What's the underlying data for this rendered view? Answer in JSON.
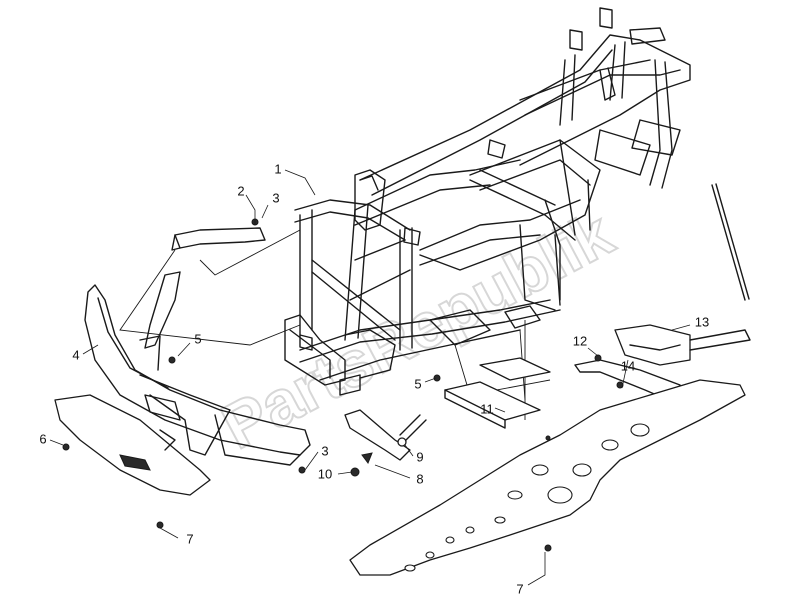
{
  "watermark": "PartsRepublik",
  "callouts": [
    {
      "id": "1",
      "label": "1"
    },
    {
      "id": "2",
      "label": "2"
    },
    {
      "id": "3a",
      "label": "3"
    },
    {
      "id": "3b",
      "label": "3"
    },
    {
      "id": "4",
      "label": "4"
    },
    {
      "id": "5a",
      "label": "5"
    },
    {
      "id": "5b",
      "label": "5"
    },
    {
      "id": "6",
      "label": "6"
    },
    {
      "id": "7a",
      "label": "7"
    },
    {
      "id": "7b",
      "label": "7"
    },
    {
      "id": "8",
      "label": "8"
    },
    {
      "id": "9",
      "label": "9"
    },
    {
      "id": "10",
      "label": "10"
    },
    {
      "id": "11",
      "label": "11"
    },
    {
      "id": "12",
      "label": "12"
    },
    {
      "id": "13",
      "label": "13"
    },
    {
      "id": "14",
      "label": "14"
    }
  ]
}
